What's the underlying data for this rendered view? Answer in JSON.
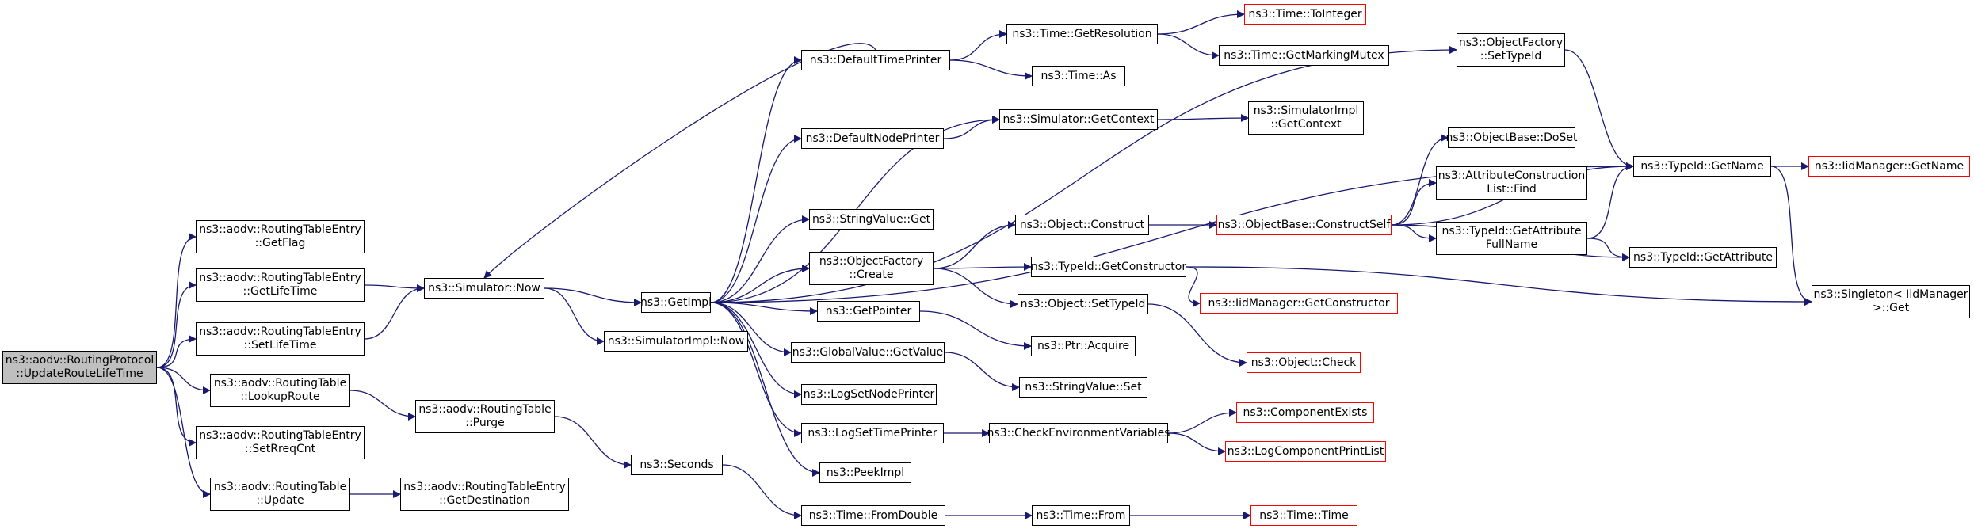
{
  "graph": {
    "colors": {
      "edge": "#191970",
      "border": "#000000",
      "truncated_border": "#ff0000",
      "root_fill": "#bfbfbf"
    },
    "nodes": {
      "root": {
        "lines": [
          "ns3::aodv::RoutingProtocol",
          "::UpdateRouteLifeTime"
        ],
        "truncated": false,
        "root": true
      },
      "getflag": {
        "lines": [
          "ns3::aodv::RoutingTableEntry",
          "::GetFlag"
        ]
      },
      "getlifetime": {
        "lines": [
          "ns3::aodv::RoutingTableEntry",
          "::GetLifeTime"
        ]
      },
      "setlifetime": {
        "lines": [
          "ns3::aodv::RoutingTableEntry",
          "::SetLifeTime"
        ]
      },
      "lookuproute": {
        "lines": [
          "ns3::aodv::RoutingTable",
          "::LookupRoute"
        ]
      },
      "setrreqcnt": {
        "lines": [
          "ns3::aodv::RoutingTableEntry",
          "::SetRreqCnt"
        ]
      },
      "update": {
        "lines": [
          "ns3::aodv::RoutingTable",
          "::Update"
        ]
      },
      "simnow": {
        "lines": [
          "ns3::Simulator::Now"
        ]
      },
      "purge": {
        "lines": [
          "ns3::aodv::RoutingTable",
          "::Purge"
        ]
      },
      "getdest": {
        "lines": [
          "ns3::aodv::RoutingTableEntry",
          "::GetDestination"
        ]
      },
      "seconds": {
        "lines": [
          "ns3::Seconds"
        ]
      },
      "getimpl": {
        "lines": [
          "ns3::GetImpl"
        ]
      },
      "simimplnow": {
        "lines": [
          "ns3::SimulatorImpl::Now"
        ]
      },
      "deftimeprinter": {
        "lines": [
          "ns3::DefaultTimePrinter"
        ]
      },
      "defnodeprinter": {
        "lines": [
          "ns3::DefaultNodePrinter"
        ]
      },
      "strvalget": {
        "lines": [
          "ns3::StringValue::Get"
        ]
      },
      "objfactcreate": {
        "lines": [
          "ns3::ObjectFactory",
          "::Create"
        ]
      },
      "getpointer": {
        "lines": [
          "ns3::GetPointer"
        ]
      },
      "gvgetvalue": {
        "lines": [
          "ns3::GlobalValue::GetValue"
        ]
      },
      "logsetnode": {
        "lines": [
          "ns3::LogSetNodePrinter"
        ]
      },
      "logsettime": {
        "lines": [
          "ns3::LogSetTimePrinter"
        ]
      },
      "peekimpl": {
        "lines": [
          "ns3::PeekImpl"
        ]
      },
      "timefromdouble": {
        "lines": [
          "ns3::Time::FromDouble"
        ]
      },
      "getresolution": {
        "lines": [
          "ns3::Time::GetResolution"
        ]
      },
      "timeas": {
        "lines": [
          "ns3::Time::As"
        ]
      },
      "simgetcontext": {
        "lines": [
          "ns3::Simulator::GetContext"
        ]
      },
      "objconstruct": {
        "lines": [
          "ns3::Object::Construct"
        ]
      },
      "getconstructor": {
        "lines": [
          "ns3::TypeId::GetConstructor"
        ]
      },
      "objsettypeid": {
        "lines": [
          "ns3::Object::SetTypeId"
        ]
      },
      "ptracquire": {
        "lines": [
          "ns3::Ptr::Acquire"
        ]
      },
      "strvalset": {
        "lines": [
          "ns3::StringValue::Set"
        ]
      },
      "checkenv": {
        "lines": [
          "ns3::CheckEnvironmentVariables"
        ]
      },
      "timefrom": {
        "lines": [
          "ns3::Time::From"
        ]
      },
      "tointeger": {
        "lines": [
          "ns3::Time::ToInteger"
        ],
        "truncated": true
      },
      "getmarking": {
        "lines": [
          "ns3::Time::GetMarkingMutex"
        ]
      },
      "simimplgetctx": {
        "lines": [
          "ns3::SimulatorImpl",
          "::GetContext"
        ]
      },
      "constructself": {
        "lines": [
          "ns3::ObjectBase::ConstructSelf"
        ],
        "truncated": true
      },
      "iidgetctor": {
        "lines": [
          "ns3::IidManager::GetConstructor"
        ],
        "truncated": true
      },
      "objcheck": {
        "lines": [
          "ns3::Object::Check"
        ],
        "truncated": true
      },
      "compexists": {
        "lines": [
          "ns3::ComponentExists"
        ],
        "truncated": true
      },
      "logcompprint": {
        "lines": [
          "ns3::LogComponentPrintList"
        ],
        "truncated": true
      },
      "timetime": {
        "lines": [
          "ns3::Time::Time"
        ],
        "truncated": true
      },
      "ofsettypeid": {
        "lines": [
          "ns3::ObjectFactory",
          "::SetTypeId"
        ]
      },
      "dosset": {
        "lines": [
          "ns3::ObjectBase::DoSet"
        ]
      },
      "attrfind": {
        "lines": [
          "ns3::AttributeConstruction",
          "List::Find"
        ]
      },
      "getattrfull": {
        "lines": [
          "ns3::TypeId::GetAttribute",
          "FullName"
        ]
      },
      "typeidgetname": {
        "lines": [
          "ns3::TypeId::GetName"
        ]
      },
      "typeidgetattr": {
        "lines": [
          "ns3::TypeId::GetAttribute"
        ]
      },
      "iidgetname": {
        "lines": [
          "ns3::IidManager::GetName"
        ],
        "truncated": true
      },
      "singletonget": {
        "lines": [
          "ns3::Singleton< IidManager",
          ">::Get"
        ]
      }
    }
  }
}
